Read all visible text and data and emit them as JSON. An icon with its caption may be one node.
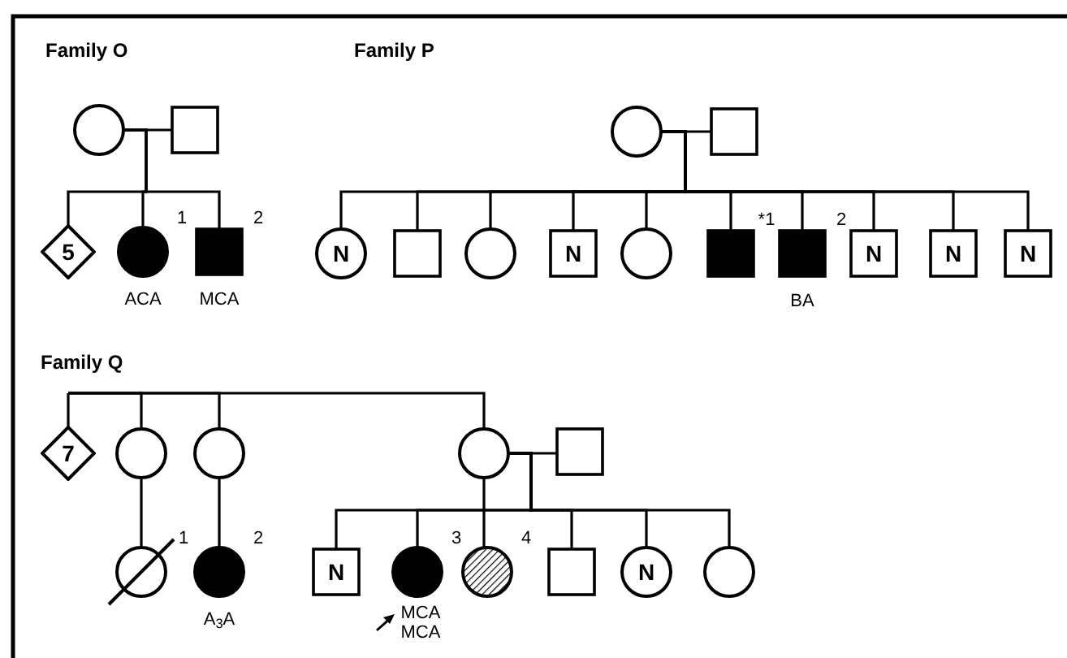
{
  "diagram": {
    "nodes": [
      {
        "text": [],
        "shape": "circle"
      },
      {
        "text": [],
        "shape": "box"
      },
      {
        "text": [
          "5"
        ]
      },
      {
        "text": [],
        "shape": "circle",
        "beside": [
          "1",
          "ACA"
        ]
      },
      {
        "text": [],
        "shape": "box",
        "beside": [
          "2",
          "MCA"
        ]
      },
      {
        "text": [],
        "shape": "circle"
      },
      {
        "text": [],
        "shape": "box"
      },
      {
        "text": [
          "N"
        ]
      },
      {
        "text": [],
        "shape": "box"
      },
      {
        "text": [],
        "shape": "circle"
      },
      {
        "text": [
          "N"
        ]
      },
      {
        "text": [],
        "shape": "circle"
      },
      {
        "text": [],
        "shape": "box",
        "beside": [
          "*1"
        ]
      },
      {
        "text": [],
        "shape": "box",
        "beside": [
          "2",
          "BA"
        ]
      },
      {
        "text": [
          "N"
        ]
      },
      {
        "text": [
          "N"
        ]
      },
      {
        "text": [
          "N"
        ]
      },
      {
        "text": [
          "7"
        ]
      },
      {
        "text": [],
        "shape": "circle"
      },
      {
        "text": [],
        "shape": "circle"
      },
      {
        "text": [],
        "shape": "circle"
      },
      {
        "text": [],
        "shape": "box"
      },
      {
        "text": [],
        "shape": "circle",
        "beside": [
          "1"
        ]
      },
      {
        "text": [],
        "shape": "circle",
        "beside": [
          "2",
          "A$_{3}$A"
        ]
      },
      {
        "text": [
          "N"
        ]
      },
      {
        "text": [],
        "shape": "circle",
        "beside": [
          "3",
          "MCA",
          "MCA"
        ]
      },
      {
        "text": [],
        "shape": "circle",
        "beside": [
          "4"
        ]
      },
      {
        "text": [],
        "shape": "box"
      },
      {
        "text": [
          "N"
        ]
      },
      {
        "text": [],
        "shape": "circle"
      }
    ],
    "edges": [
      {
        "from": 0,
        "to": 1,
        "arrow": "none"
      },
      {
        "from": 0,
        "to": 2,
        "arrow": "none"
      },
      {
        "from": 0,
        "to": 3,
        "arrow": "none"
      },
      {
        "from": 0,
        "to": 4,
        "arrow": "none"
      },
      {
        "from": 5,
        "to": 6,
        "arrow": "none"
      },
      {
        "from": 5,
        "to": 7,
        "arrow": "none"
      },
      {
        "from": 5,
        "to": 8,
        "arrow": "none"
      },
      {
        "from": 5,
        "to": 9,
        "arrow": "none"
      },
      {
        "from": 5,
        "to": 10,
        "arrow": "none"
      },
      {
        "from": 5,
        "to": 11,
        "arrow": "none"
      },
      {
        "from": 5,
        "to": 12,
        "arrow": "none"
      },
      {
        "from": 5,
        "to": 13,
        "arrow": "none"
      },
      {
        "from": 5,
        "to": 14,
        "arrow": "none"
      },
      {
        "from": 5,
        "to": 15,
        "arrow": "none"
      },
      {
        "from": 5,
        "to": 16,
        "arrow": "none"
      },
      {
        "from": null,
        "to": 17,
        "arrow": "none"
      },
      {
        "from": null,
        "to": 18,
        "arrow": "none"
      },
      {
        "from": null,
        "to": 19,
        "arrow": "none"
      },
      {
        "from": null,
        "to": 20,
        "arrow": "none"
      },
      {
        "from": 20,
        "to": 21,
        "arrow": "none"
      },
      {
        "from": 18,
        "to": 22,
        "arrow": "none"
      },
      {
        "from": 19,
        "to": 23,
        "arrow": "none"
      },
      {
        "from": 20,
        "to": 24,
        "arrow": "none"
      },
      {
        "from": 20,
        "to": 25,
        "arrow": "none"
      },
      {
        "from": 20,
        "to": 26,
        "arrow": "none"
      },
      {
        "from": 20,
        "to": 27,
        "arrow": "none"
      },
      {
        "from": 20,
        "to": 28,
        "arrow": "none"
      },
      {
        "from": 20,
        "to": 29,
        "arrow": "none"
      }
    ],
    "labels": [
      "Family O",
      "Family P",
      "Family Q"
    ]
  }
}
